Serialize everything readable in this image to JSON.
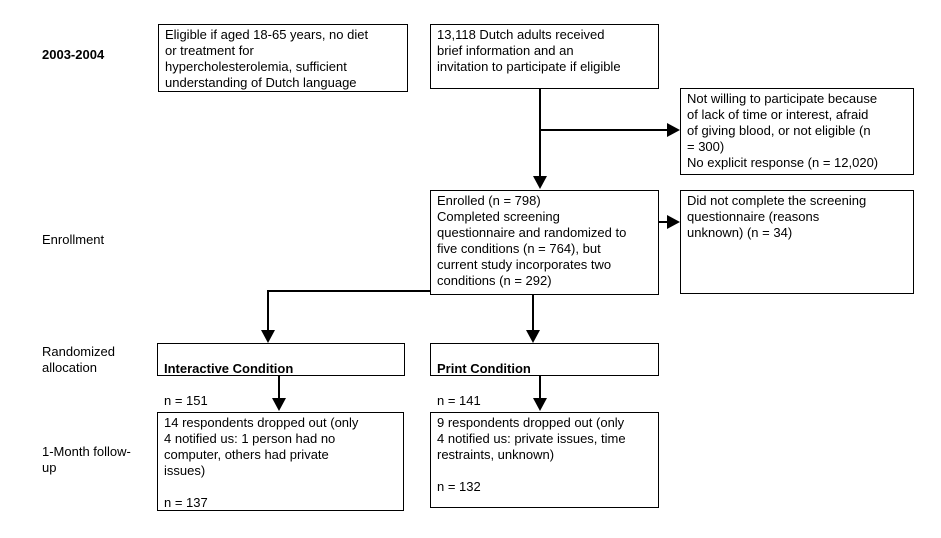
{
  "colors": {
    "ink": "#000000",
    "background": "#ffffff"
  },
  "stages": {
    "period": "2003-2004",
    "enrollment": "Enrollment",
    "randomized_allocation": "Randomized\nallocation",
    "followup": "1-Month follow-\nup"
  },
  "boxes": {
    "eligibility": "Eligible if aged 18-65 years, no diet\nor treatment for\nhypercholesterolemia, sufficient\nunderstanding of Dutch language",
    "invited": "13,118 Dutch adults received\nbrief information and an\ninvitation to participate if eligible",
    "not_willing": "Not willing to participate because\nof lack of time or interest, afraid\nof giving blood, or not eligible (n\n= 300)\nNo explicit response (n = 12,020)",
    "enrolled": "Enrolled (n = 798)\nCompleted screening\nquestionnaire and randomized to\nfive conditions (n = 764), but\ncurrent study incorporates two\nconditions (n = 292)",
    "not_completed": "Did not complete the screening\nquestionnaire (reasons\nunknown) (n = 34)",
    "interactive": {
      "title": "Interactive Condition",
      "n": "n = 151"
    },
    "print": {
      "title": "Print Condition",
      "n": "n = 141"
    },
    "interactive_followup": "14 respondents dropped out (only\n4 notified us: 1 person had no\ncomputer, others had private\nissues)\n\nn = 137",
    "print_followup": "9 respondents dropped out (only\n4 notified us: private issues, time\nrestraints, unknown)\n\nn = 132"
  }
}
